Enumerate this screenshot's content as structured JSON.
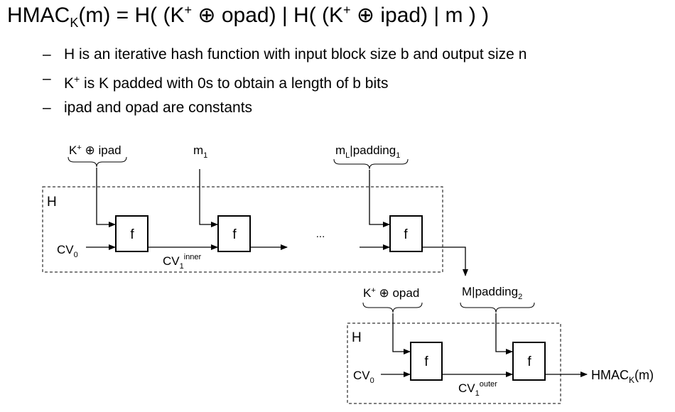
{
  "title": {
    "lhs": "HMAC",
    "lhs_sub": "K",
    "rest": "(m) = H( (K",
    "plus": "+",
    "xor_opad": " ⊕ opad) | H( (K",
    "plus2": "+",
    "xor_ipad": " ⊕ ipad) | m ) )"
  },
  "bullets": [
    {
      "dash": "–",
      "text": "H is an iterative hash function with input block size b and output size n"
    },
    {
      "dash": "–",
      "text_pre": "K",
      "sup": "+",
      "text_post": " is K padded with 0s to obtain a length of b bits"
    },
    {
      "dash": "–",
      "text": "ipad and opad are constants"
    }
  ],
  "inner": {
    "box_label": "H",
    "input1": {
      "pre": "K",
      "sup": "+",
      "post": " ⊕ ipad"
    },
    "input2": {
      "pre": "m",
      "sub": "1"
    },
    "input3": {
      "pre": "m",
      "sub": "L",
      "post": "|padding",
      "sub2": "1"
    },
    "cv0": {
      "pre": "CV",
      "sub": "0"
    },
    "cv1": {
      "pre": "CV",
      "sub": "1",
      "sup": "inner"
    },
    "f1": "f",
    "f2": "f",
    "f3": "f",
    "ellipsis": "..."
  },
  "outer": {
    "box_label": "H",
    "input1": {
      "pre": "K",
      "sup": "+",
      "post": " ⊕ opad"
    },
    "input2": {
      "pre": "M|padding",
      "sub": "2"
    },
    "cv0": {
      "pre": "CV",
      "sub": "0"
    },
    "cv1": {
      "pre": "CV",
      "sub": "1",
      "sup": "outer"
    },
    "f1": "f",
    "f2": "f",
    "output": {
      "pre": "HMAC",
      "sub": "K",
      "post": "(m)"
    }
  }
}
